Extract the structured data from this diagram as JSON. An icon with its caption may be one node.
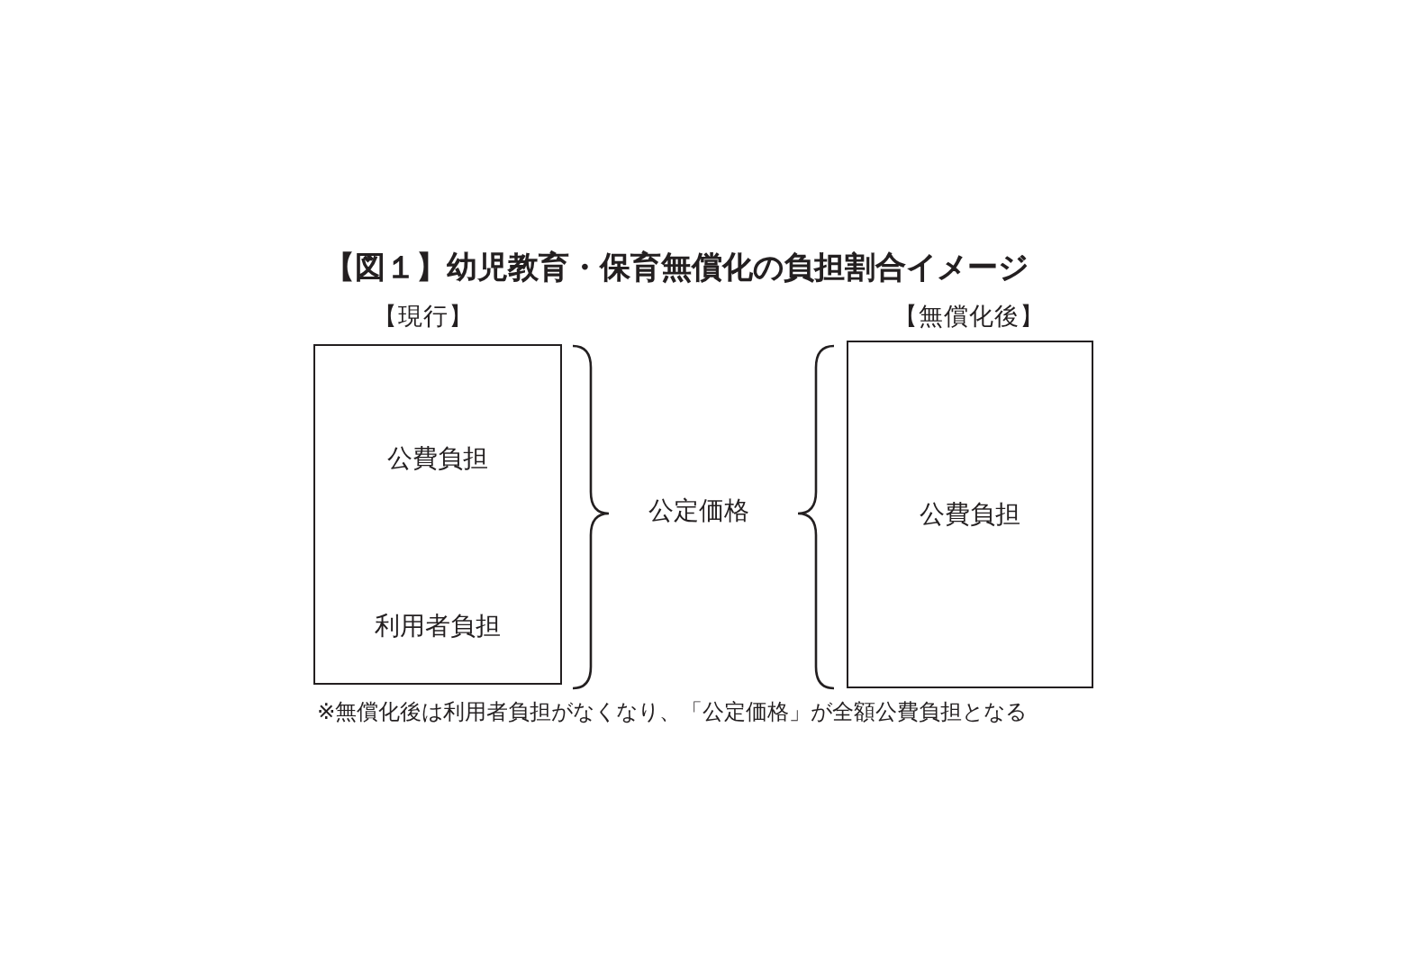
{
  "diagram": {
    "title": "【図１】幼児教育・保育無償化の負担割合イメージ",
    "caption": "※無償化後は利用者負担がなくなり、「公定価格」が全額公費負担となる",
    "nodes": [
      {
        "text": [
          "【現行】"
        ]
      },
      {
        "text": [
          "公費負担"
        ],
        "in": 0
      },
      {
        "text": [
          "利用者負担"
        ],
        "in": 0
      },
      {
        "text": [
          "【無償化後】",
          "公費負担"
        ]
      }
    ],
    "labels": [
      "公定価格"
    ]
  }
}
